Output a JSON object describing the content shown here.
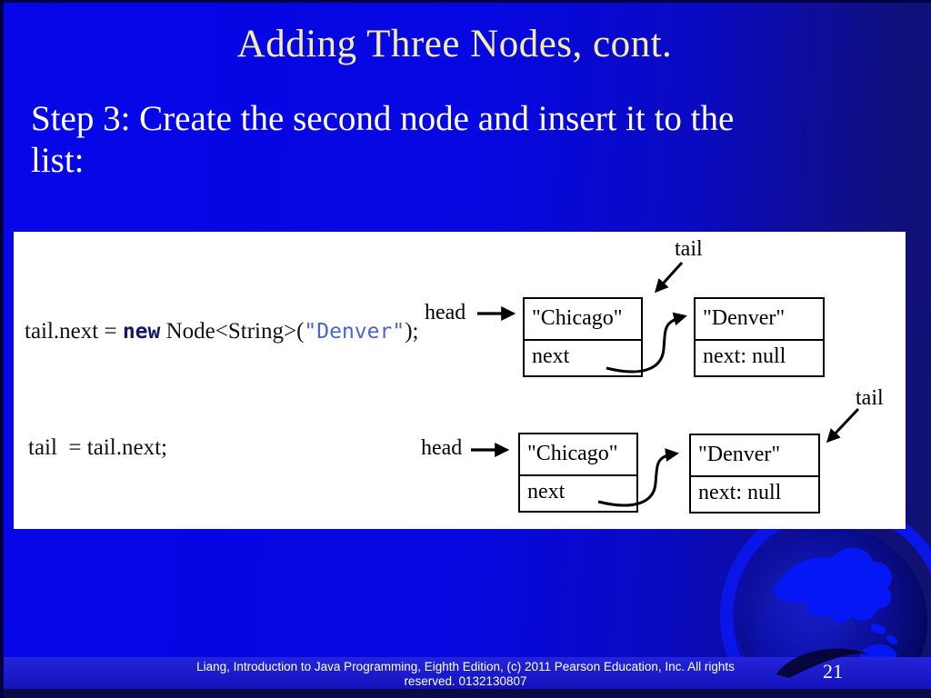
{
  "slide": {
    "title": "Adding Three Nodes, cont.",
    "step_line1": "Step 3: Create the second node and insert it to the",
    "step_line2": "list:",
    "footer_text": "Liang, Introduction to Java Programming, Eighth Edition, (c) 2011 Pearson Education, Inc. All rights reserved. 0132130807",
    "page_number": "21"
  },
  "code": {
    "line1_prefix": "tail.next = ",
    "line1_keyword": "new",
    "line1_middle": " Node<String>(",
    "line1_string": "\"Denver\"",
    "line1_suffix": ");",
    "line2": "tail  = tail.next;"
  },
  "diagram_step1": {
    "head_label": "head",
    "tail_label": "tail",
    "node1_value": "\"Chicago\"",
    "node1_next": "next",
    "node2_value": "\"Denver\"",
    "node2_next": "next: null"
  },
  "diagram_step2": {
    "head_label": "head",
    "tail_label": "tail",
    "node1_value": "\"Chicago\"",
    "node1_next": "next",
    "node2_value": "\"Denver\"",
    "node2_next": "next: null"
  },
  "icons": {
    "globe": "desk-globe-graphic",
    "arrow": "black-pointer-arrow"
  },
  "colors": {
    "background_left": "#0606e8",
    "background_right": "#11116e",
    "title_text": "#f2edaa",
    "body_text": "#ffffff",
    "panel_background": "#ffffff",
    "code_text": "#111111",
    "code_keyword": "#16166c",
    "code_string": "#4a66c8",
    "footer_band": "#1b1bd2",
    "globe_land": "#0517f5"
  }
}
